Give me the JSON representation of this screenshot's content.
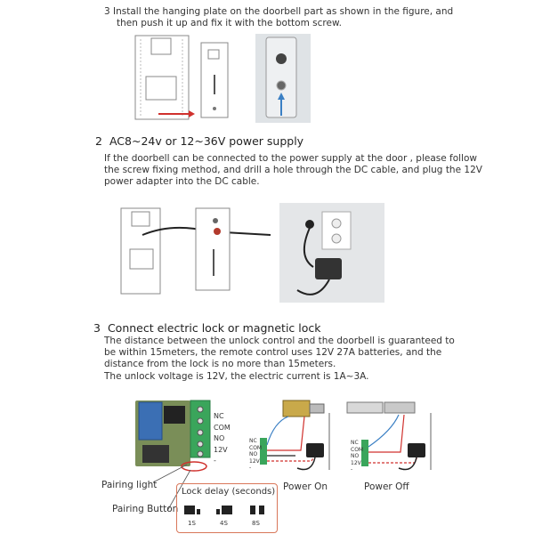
{
  "step3_install": {
    "line1": "3  Install the hanging plate on the doorbell part as shown in the figure, and",
    "line2": "then push it up and fix it with the bottom screw."
  },
  "section2": {
    "number": "2",
    "title": "AC8~24v or 12~36V power supply",
    "para": [
      "If the doorbell can be connected to the power supply at the door , please follow",
      "the screw fixing method, and drill a hole through the DC cable,  and plug the 12V",
      "power adapter into the DC cable."
    ]
  },
  "section3": {
    "number": "3",
    "title": "Connect electric lock or magnetic lock",
    "para": [
      "The distance between the unlock control and the doorbell is guaranteed to",
      "be within 15meters, the remote control uses 12V 27A batteries, and the",
      "distance from the lock is no more than 15meters.",
      "The unlock voltage is 12V, the electric current is 1A~3A."
    ]
  },
  "relay": {
    "terminals": [
      "NC",
      "COM",
      "NO",
      "12V",
      "-"
    ],
    "pairing_light": "Pairing light",
    "pairing_button": "Pairing Button",
    "lock_delay_title": "Lock delay (seconds)",
    "delays": [
      "1S",
      "4S",
      "8S"
    ]
  },
  "wiring": {
    "small_terminals": [
      "NC",
      "COM",
      "NO",
      "12V",
      "-"
    ],
    "power_on": "Power On",
    "power_off": "Power Off",
    "plus": "+",
    "minus": "-"
  },
  "colors": {
    "arrow_red": "#d0312d",
    "wire_blue": "#3a7fc4",
    "terminal_green": "#3aa55b",
    "delay_box": "#d9775a"
  }
}
